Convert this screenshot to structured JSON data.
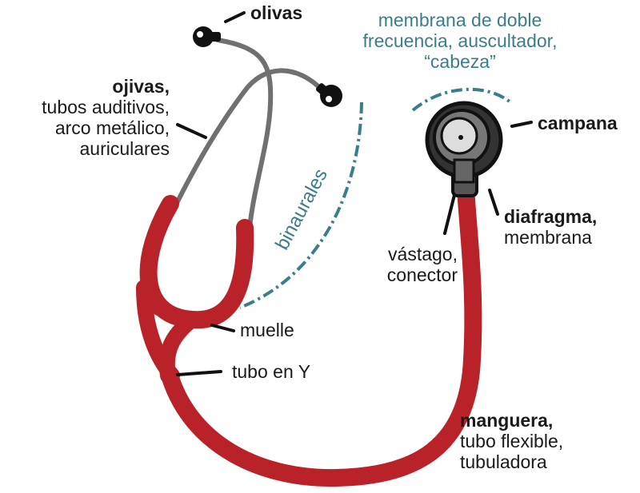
{
  "labels": {
    "olivas": "olivas",
    "ojivas_bold": "ojivas,",
    "ojivas_l2": "tubos auditivos,",
    "ojivas_l3": "arco metálico,",
    "ojivas_l4": "auriculares",
    "membrana_l1": "membrana de doble",
    "membrana_l2": "frecuencia, auscultador,",
    "membrana_l3": "“cabeza”",
    "campana": "campana",
    "diafragma_bold": "diafragma,",
    "diafragma_l2": "membrana",
    "vastago_l1": "vástago,",
    "vastago_l2": "conector",
    "binaurales": "binaurales",
    "muelle": "muelle",
    "tubo_y": "tubo en Y",
    "manguera_bold": "manguera,",
    "manguera_l2": "tubo flexible,",
    "manguera_l3": "tubuladora"
  },
  "colors": {
    "tube": "#b82228",
    "metal": "#707070",
    "teal": "#3b7d89",
    "ink": "#111111"
  }
}
